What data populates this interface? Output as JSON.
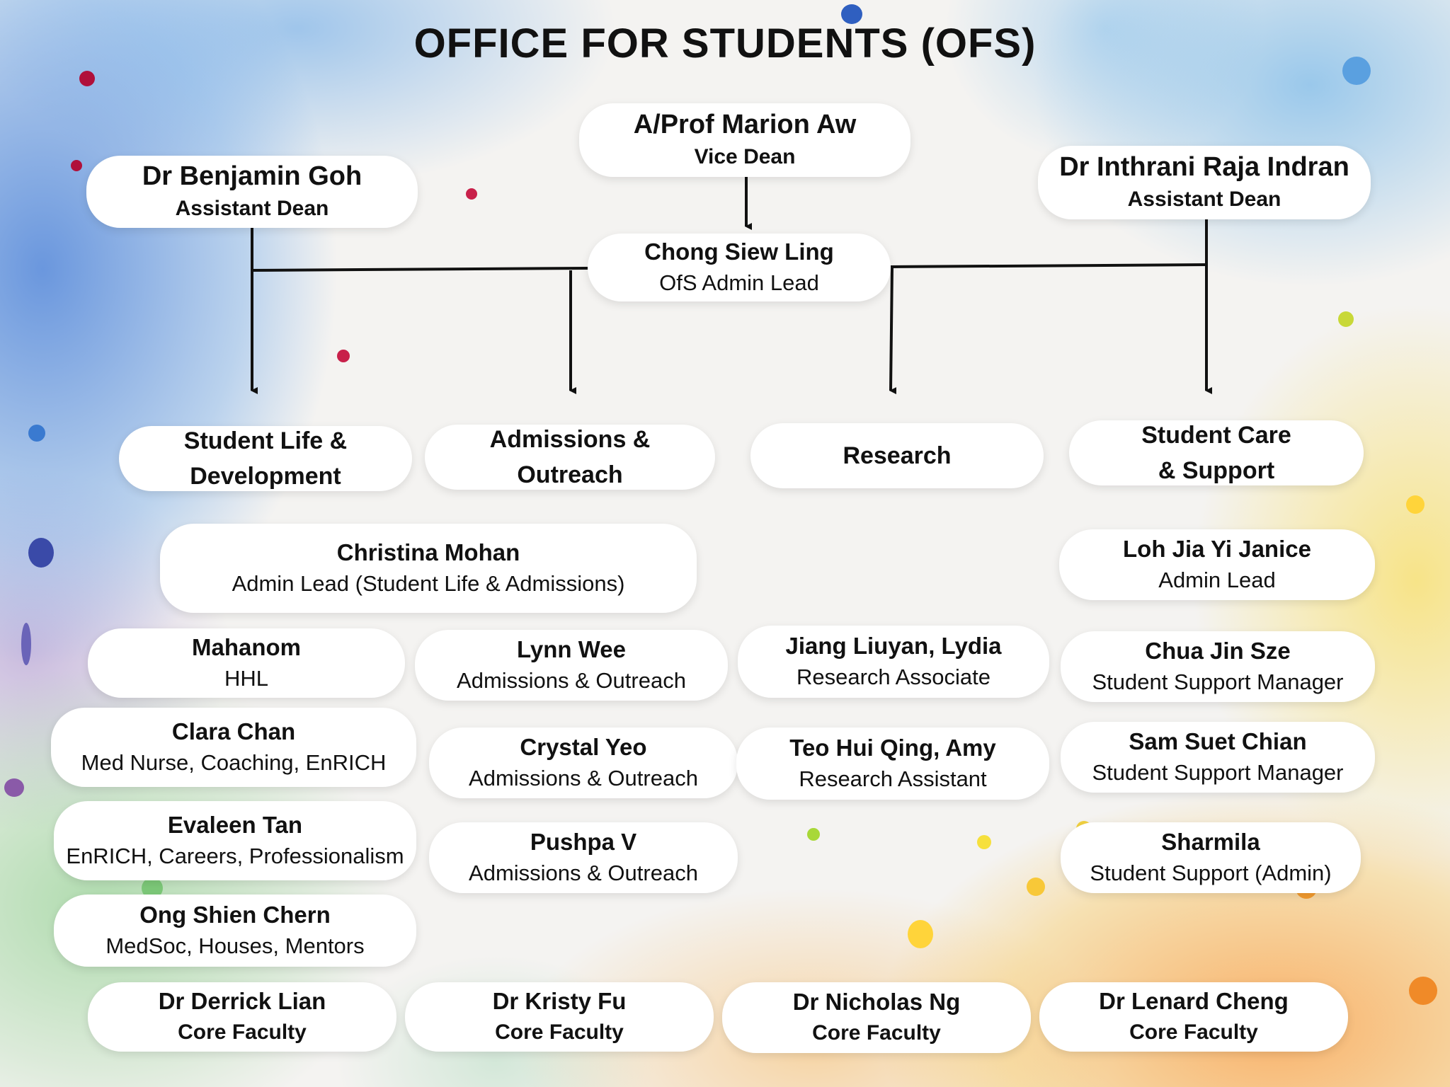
{
  "title": "OFFICE FOR STUDENTS (OFS)",
  "vice_dean": {
    "name": "A/Prof Marion Aw",
    "role": "Vice Dean"
  },
  "assistant_dean_left": {
    "name": "Dr Benjamin Goh",
    "role": "Assistant Dean"
  },
  "assistant_dean_right": {
    "name": "Dr Inthrani Raja Indran",
    "role": "Assistant Dean"
  },
  "admin_lead": {
    "name": "Chong Siew Ling",
    "role": "OfS Admin Lead"
  },
  "departments": {
    "student_life": {
      "line1": "Student Life &",
      "line2": "Development"
    },
    "admissions": {
      "line1": "Admissions &",
      "line2": "Outreach"
    },
    "research": {
      "line1": "Research"
    },
    "student_care": {
      "line1": "Student Care",
      "line2": "& Support"
    }
  },
  "christina": {
    "name": "Christina Mohan",
    "role": "Admin Lead (Student Life & Admissions)"
  },
  "janice": {
    "name": "Loh Jia Yi Janice",
    "role": "Admin Lead"
  },
  "student_life_staff": [
    {
      "name": "Mahanom",
      "role": "HHL"
    },
    {
      "name": "Clara Chan",
      "role": "Med Nurse, Coaching, EnRICH"
    },
    {
      "name": "Evaleen Tan",
      "role": "EnRICH, Careers, Professionalism"
    },
    {
      "name": "Ong Shien Chern",
      "role": "MedSoc, Houses, Mentors"
    }
  ],
  "admissions_staff": [
    {
      "name": "Lynn Wee",
      "role": "Admissions & Outreach"
    },
    {
      "name": "Crystal Yeo",
      "role": "Admissions & Outreach"
    },
    {
      "name": "Pushpa V",
      "role": "Admissions & Outreach"
    }
  ],
  "research_staff": [
    {
      "name": "Jiang Liuyan, Lydia",
      "role": "Research Associate"
    },
    {
      "name": "Teo Hui Qing, Amy",
      "role": "Research Assistant"
    }
  ],
  "student_care_staff": [
    {
      "name": "Chua Jin Sze",
      "role": "Student Support Manager"
    },
    {
      "name": "Sam Suet Chian",
      "role": "Student Support Manager"
    },
    {
      "name": "Sharmila",
      "role": "Student Support (Admin)"
    }
  ],
  "core_faculty": [
    {
      "name": "Dr Derrick Lian",
      "role": "Core Faculty"
    },
    {
      "name": "Dr Kristy Fu",
      "role": "Core Faculty"
    },
    {
      "name": "Dr Nicholas Ng",
      "role": "Core Faculty"
    },
    {
      "name": "Dr Lenard Cheng",
      "role": "Core Faculty"
    }
  ],
  "colors": {
    "line": "#111111",
    "box": "#ffffff",
    "text": "#111111"
  }
}
